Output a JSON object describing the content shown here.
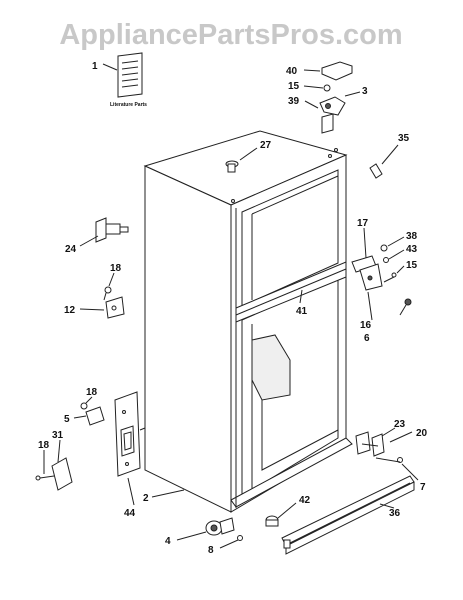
{
  "watermark": "AppliancePartsPros.com",
  "literature_caption": "Literature Parts",
  "callouts": {
    "c1": "1",
    "c40": "40",
    "c15a": "15",
    "c3": "3",
    "c39": "39",
    "c27": "27",
    "c35": "35",
    "c24": "24",
    "c18a": "18",
    "c12": "12",
    "c17": "17",
    "c38": "38",
    "c43": "43",
    "c15b": "15",
    "c41": "41",
    "c16": "16",
    "c6": "6",
    "c18b": "18",
    "c5": "5",
    "c18c": "18",
    "c31": "31",
    "c23": "23",
    "c20": "20",
    "c7": "7",
    "c2": "2",
    "c44": "44",
    "c42": "42",
    "c36": "36",
    "c4": "4",
    "c8": "8"
  }
}
